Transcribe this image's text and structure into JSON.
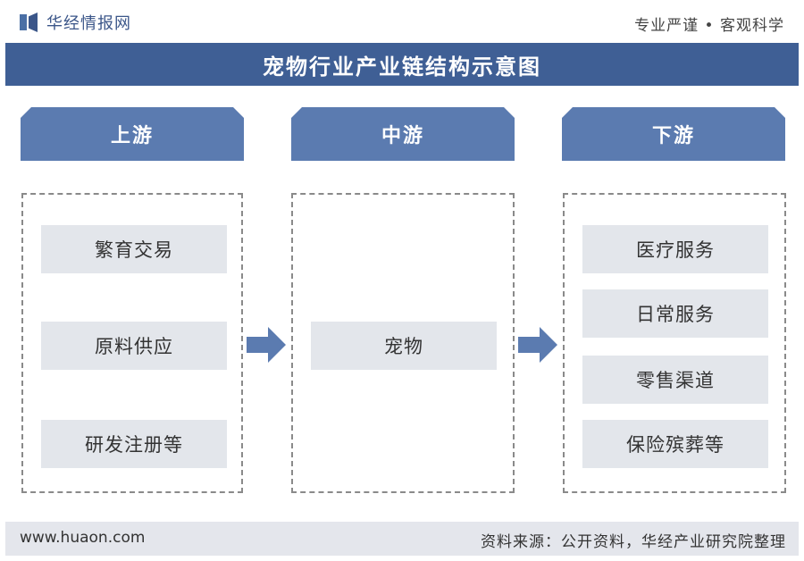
{
  "header": {
    "brand": "华经情报网",
    "slogan": "专业严谨 • 客观科学"
  },
  "banner": {
    "title": "宠物行业产业链结构示意图"
  },
  "columns": [
    {
      "title": "上游",
      "items": [
        "繁育交易",
        "原料供应",
        "研发注册等"
      ]
    },
    {
      "title": "中游",
      "items": [
        "宠物"
      ]
    },
    {
      "title": "下游",
      "items": [
        "医疗服务",
        "日常服务",
        "零售渠道",
        "保险殡葬等"
      ]
    }
  ],
  "footer": {
    "website": "www.huaon.com",
    "source": "资料来源：公开资料，华经产业研究院整理"
  },
  "colors": {
    "banner": "#3f5f95",
    "header_box": "#5b7bb0",
    "item_bg": "#e3e6eb",
    "arrow": "#5b7bb0"
  }
}
